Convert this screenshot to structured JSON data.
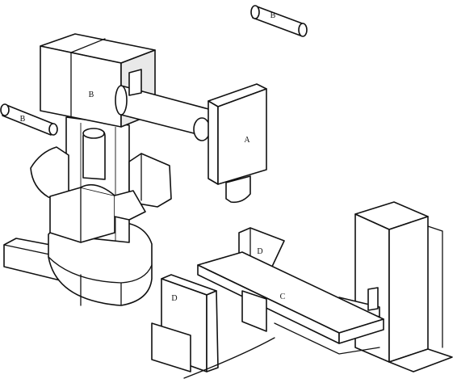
{
  "labels": {
    "b_top_rod": "B",
    "b_left_rod": "B",
    "b_column": "B",
    "a_head": "A",
    "c_table": "C",
    "d_upper": "D",
    "d_lower": "D"
  },
  "colors": {
    "line": "#111111",
    "paper": "#ffffff",
    "shade": "#e9e9e9"
  }
}
